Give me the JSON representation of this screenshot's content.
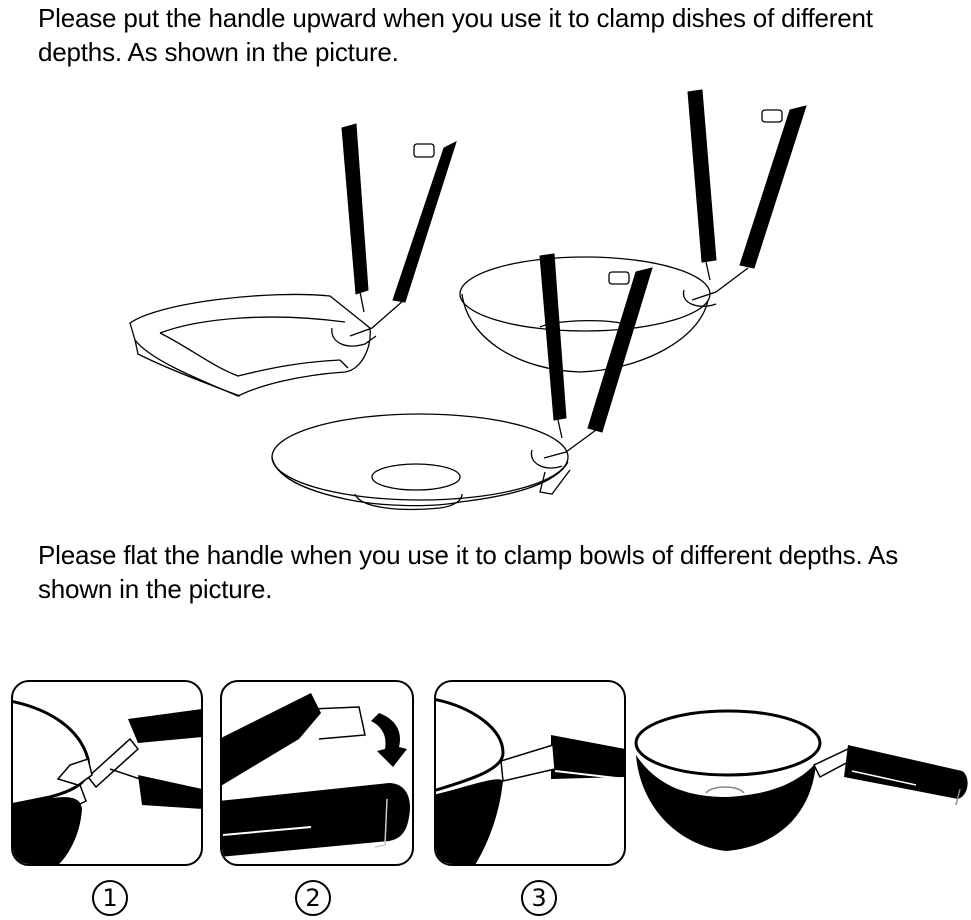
{
  "captions": {
    "top": "Please put the handle upward when you use it to clamp dishes of different depths. As shown in the picture.",
    "bottom": "Please flat the handle when you use it to clamp bowls of different depths. As shown in the picture."
  },
  "illustrations": {
    "upward": [
      "square-pan-with-clamp",
      "deep-bowl-with-clamp",
      "flat-plate-with-clamp"
    ],
    "flat": [
      "closeup-clamp-open",
      "fold-handle-flat",
      "closeup-clamp-flat",
      "bowl-with-flat-handle"
    ]
  },
  "steps": [
    {
      "label": "1"
    },
    {
      "label": "2"
    },
    {
      "label": "3"
    }
  ],
  "colors": {
    "ink": "#000000",
    "paper": "#ffffff"
  }
}
